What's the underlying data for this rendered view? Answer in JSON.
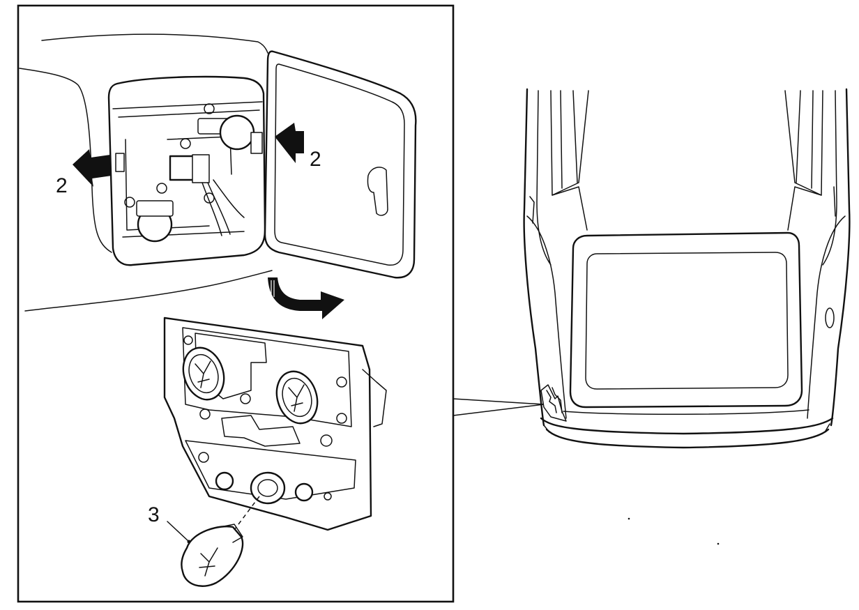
{
  "callouts": {
    "clip_left": "2",
    "clip_right": "2",
    "bulb": "3"
  },
  "icons": [
    "push-arrow-left",
    "push-arrow-right",
    "rotate-open-arrow",
    "pointer-arrow"
  ],
  "colors": {
    "ink": "#111111",
    "paper": "#ffffff"
  }
}
